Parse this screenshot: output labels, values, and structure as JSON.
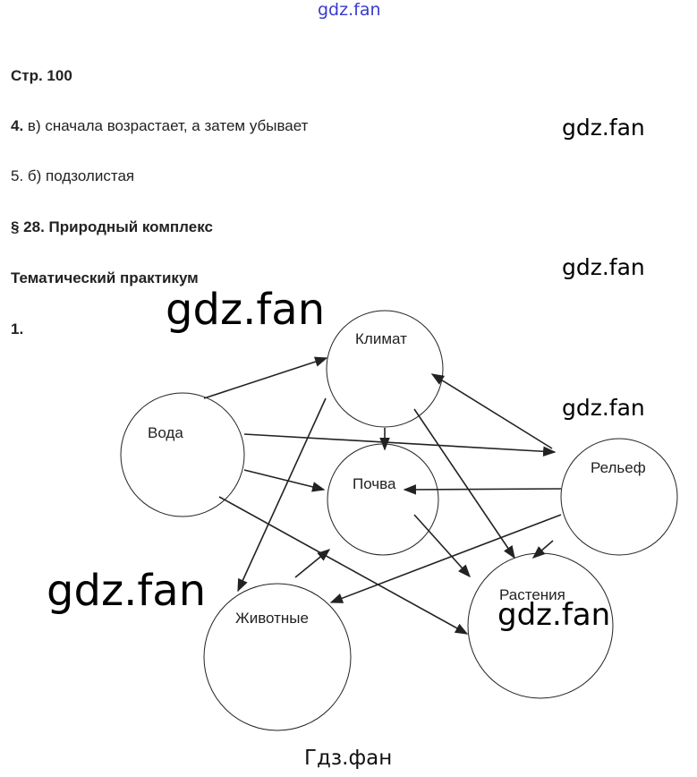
{
  "watermark_top": "gdz.fan",
  "watermarks": [
    "gdz.fan",
    "gdz.fan",
    "gdz.fan",
    "gdz.fan",
    "gdz.fan",
    "gdz.fan"
  ],
  "page_ref": "Стр. 100",
  "answers": [
    {
      "num": "4.",
      "text": "в) сначала возрастает, а затем убывает"
    },
    {
      "num": "5.",
      "text": "б) подзолистая"
    }
  ],
  "section_title": "§ 28. Природный комплекс",
  "subsection_title": "Тематический практикум",
  "task_number": "1.",
  "diagram": {
    "nodes": {
      "climate": "Климат",
      "water": "Вода",
      "soil": "Почва",
      "relief": "Рельеф",
      "animals": "Животные",
      "plants": "Растения"
    },
    "edges": [
      [
        "water",
        "climate"
      ],
      [
        "water",
        "relief"
      ],
      [
        "water",
        "soil"
      ],
      [
        "water",
        "plants"
      ],
      [
        "climate",
        "soil"
      ],
      [
        "climate",
        "animals"
      ],
      [
        "climate",
        "plants"
      ],
      [
        "relief",
        "climate"
      ],
      [
        "relief",
        "soil"
      ],
      [
        "relief",
        "animals"
      ],
      [
        "relief",
        "plants"
      ],
      [
        "soil",
        "plants"
      ],
      [
        "animals",
        "soil"
      ]
    ]
  },
  "footer": "Гдз.фан",
  "colors": {
    "watermark_top": "#3a3ad0",
    "text": "#222222"
  }
}
